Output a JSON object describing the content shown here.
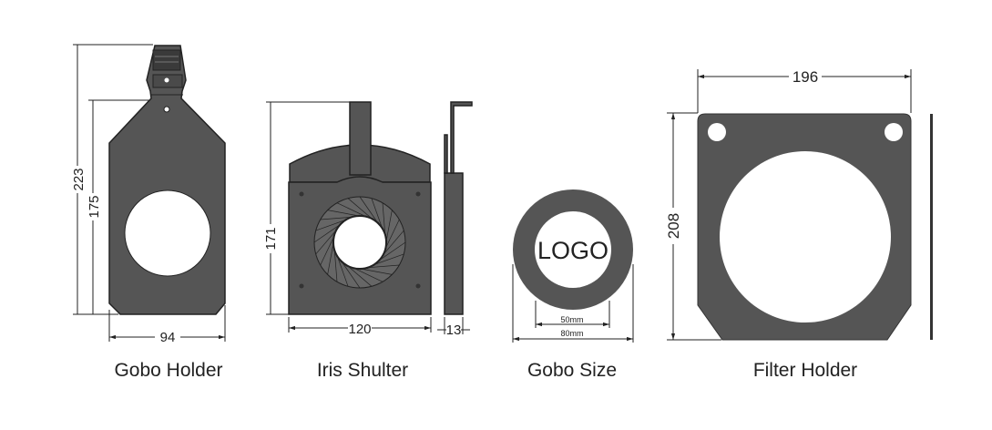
{
  "colors": {
    "part": "#555555",
    "outline": "#222222"
  },
  "gobo_holder": {
    "caption": "Gobo Holder",
    "dims": {
      "total_height": "223",
      "body_height": "175",
      "width": "94"
    }
  },
  "iris_shutter": {
    "caption": "Iris Shulter",
    "dims": {
      "height": "171",
      "width": "120",
      "depth": "13"
    }
  },
  "gobo_size": {
    "caption": "Gobo Size",
    "logo": "LOGO",
    "dims": {
      "inner": "50mm",
      "outer": "80mm"
    }
  },
  "filter_holder": {
    "caption": "Filter Holder",
    "dims": {
      "width": "196",
      "height": "208"
    }
  }
}
